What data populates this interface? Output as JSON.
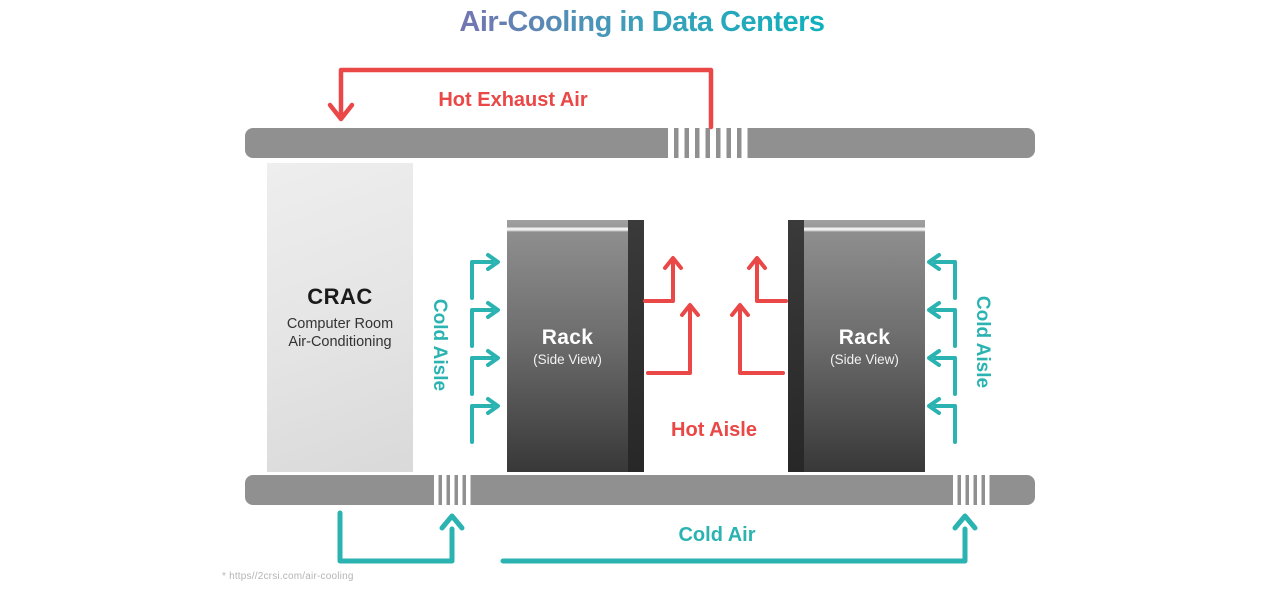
{
  "title": {
    "text": "Air-Cooling in Data Centers"
  },
  "labels": {
    "hot_exhaust_air": "Hot Exhaust Air",
    "hot_aisle": "Hot Aisle",
    "cold_air": "Cold Air",
    "cold_aisle_left": "Cold Aisle",
    "cold_aisle_right": "Cold Aisle"
  },
  "crac": {
    "name": "CRAC",
    "subtitle_line1": "Computer Room",
    "subtitle_line2": "Air-Conditioning"
  },
  "racks": [
    {
      "label": "Rack",
      "sublabel": "(Side View)"
    },
    {
      "label": "Rack",
      "sublabel": "(Side View)"
    }
  ],
  "footnote": {
    "text": "* https//2crsi.com/air-cooling"
  },
  "colors": {
    "hot": "#EA4747",
    "cold": "#2AB3B1",
    "structure": "#909090",
    "rack-dark": "#2E2E2E",
    "crac-fill": "#E4E4E4",
    "title-start": "#7B6FB0",
    "title-end": "#10B1BD"
  }
}
